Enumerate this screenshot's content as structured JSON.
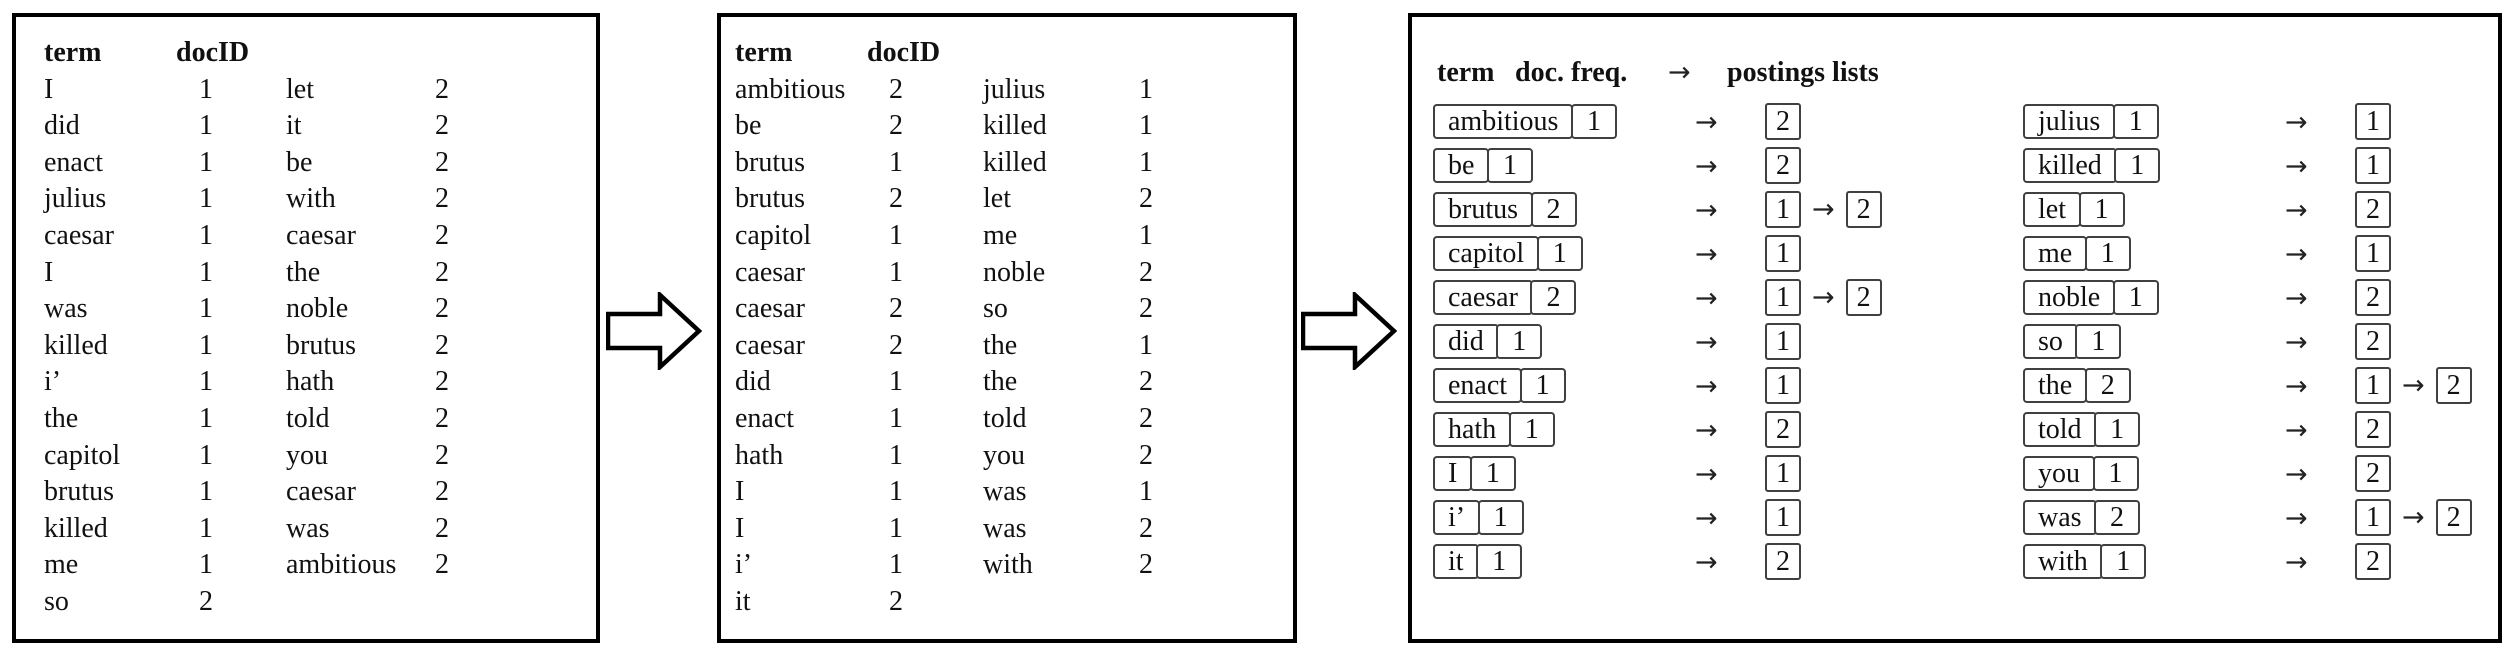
{
  "colors": {
    "background": "#ffffff",
    "panel_border": "#000000",
    "box_border": "#404040",
    "text": "#111111"
  },
  "icons": {
    "between_panels": "block-arrow-right-icon",
    "row_arrow": "right-arrow-icon"
  },
  "panels": {
    "doc_order": {
      "header": {
        "term": "term",
        "docid": "docID"
      },
      "columns": [
        [
          [
            "I",
            "1"
          ],
          [
            "did",
            "1"
          ],
          [
            "enact",
            "1"
          ],
          [
            "julius",
            "1"
          ],
          [
            "caesar",
            "1"
          ],
          [
            "I",
            "1"
          ],
          [
            "was",
            "1"
          ],
          [
            "killed",
            "1"
          ],
          [
            "i’",
            "1"
          ],
          [
            "the",
            "1"
          ],
          [
            "capitol",
            "1"
          ],
          [
            "brutus",
            "1"
          ],
          [
            "killed",
            "1"
          ],
          [
            "me",
            "1"
          ],
          [
            "so",
            "2"
          ]
        ],
        [
          [
            "let",
            "2"
          ],
          [
            "it",
            "2"
          ],
          [
            "be",
            "2"
          ],
          [
            "with",
            "2"
          ],
          [
            "caesar",
            "2"
          ],
          [
            "the",
            "2"
          ],
          [
            "noble",
            "2"
          ],
          [
            "brutus",
            "2"
          ],
          [
            "hath",
            "2"
          ],
          [
            "told",
            "2"
          ],
          [
            "you",
            "2"
          ],
          [
            "caesar",
            "2"
          ],
          [
            "was",
            "2"
          ],
          [
            "ambitious",
            "2"
          ]
        ]
      ]
    },
    "sorted": {
      "header": {
        "term": "term",
        "docid": "docID"
      },
      "columns": [
        [
          [
            "ambitious",
            "2"
          ],
          [
            "be",
            "2"
          ],
          [
            "brutus",
            "1"
          ],
          [
            "brutus",
            "2"
          ],
          [
            "capitol",
            "1"
          ],
          [
            "caesar",
            "1"
          ],
          [
            "caesar",
            "2"
          ],
          [
            "caesar",
            "2"
          ],
          [
            "did",
            "1"
          ],
          [
            "enact",
            "1"
          ],
          [
            "hath",
            "1"
          ],
          [
            "I",
            "1"
          ],
          [
            "I",
            "1"
          ],
          [
            "i’",
            "1"
          ],
          [
            "it",
            "2"
          ]
        ],
        [
          [
            "julius",
            "1"
          ],
          [
            "killed",
            "1"
          ],
          [
            "killed",
            "1"
          ],
          [
            "let",
            "2"
          ],
          [
            "me",
            "1"
          ],
          [
            "noble",
            "2"
          ],
          [
            "so",
            "2"
          ],
          [
            "the",
            "1"
          ],
          [
            "the",
            "2"
          ],
          [
            "told",
            "2"
          ],
          [
            "you",
            "2"
          ],
          [
            "was",
            "1"
          ],
          [
            "was",
            "2"
          ],
          [
            "with",
            "2"
          ]
        ]
      ]
    },
    "index": {
      "header": {
        "term": "term",
        "docfreq": "doc. freq.",
        "arrow": "→",
        "postings": "postings lists"
      },
      "arrow": "→",
      "columns": [
        [
          {
            "term": "ambitious",
            "df": "1",
            "postings": [
              "2"
            ]
          },
          {
            "term": "be",
            "df": "1",
            "postings": [
              "2"
            ]
          },
          {
            "term": "brutus",
            "df": "2",
            "postings": [
              "1",
              "2"
            ]
          },
          {
            "term": "capitol",
            "df": "1",
            "postings": [
              "1"
            ]
          },
          {
            "term": "caesar",
            "df": "2",
            "postings": [
              "1",
              "2"
            ]
          },
          {
            "term": "did",
            "df": "1",
            "postings": [
              "1"
            ]
          },
          {
            "term": "enact",
            "df": "1",
            "postings": [
              "1"
            ]
          },
          {
            "term": "hath",
            "df": "1",
            "postings": [
              "2"
            ]
          },
          {
            "term": "I",
            "df": "1",
            "postings": [
              "1"
            ]
          },
          {
            "term": "i’",
            "df": "1",
            "postings": [
              "1"
            ]
          },
          {
            "term": "it",
            "df": "1",
            "postings": [
              "2"
            ]
          }
        ],
        [
          {
            "term": "julius",
            "df": "1",
            "postings": [
              "1"
            ]
          },
          {
            "term": "killed",
            "df": "1",
            "postings": [
              "1"
            ]
          },
          {
            "term": "let",
            "df": "1",
            "postings": [
              "2"
            ]
          },
          {
            "term": "me",
            "df": "1",
            "postings": [
              "1"
            ]
          },
          {
            "term": "noble",
            "df": "1",
            "postings": [
              "2"
            ]
          },
          {
            "term": "so",
            "df": "1",
            "postings": [
              "2"
            ]
          },
          {
            "term": "the",
            "df": "2",
            "postings": [
              "1",
              "2"
            ]
          },
          {
            "term": "told",
            "df": "1",
            "postings": [
              "2"
            ]
          },
          {
            "term": "you",
            "df": "1",
            "postings": [
              "2"
            ]
          },
          {
            "term": "was",
            "df": "2",
            "postings": [
              "1",
              "2"
            ]
          },
          {
            "term": "with",
            "df": "1",
            "postings": [
              "2"
            ]
          }
        ]
      ]
    }
  }
}
